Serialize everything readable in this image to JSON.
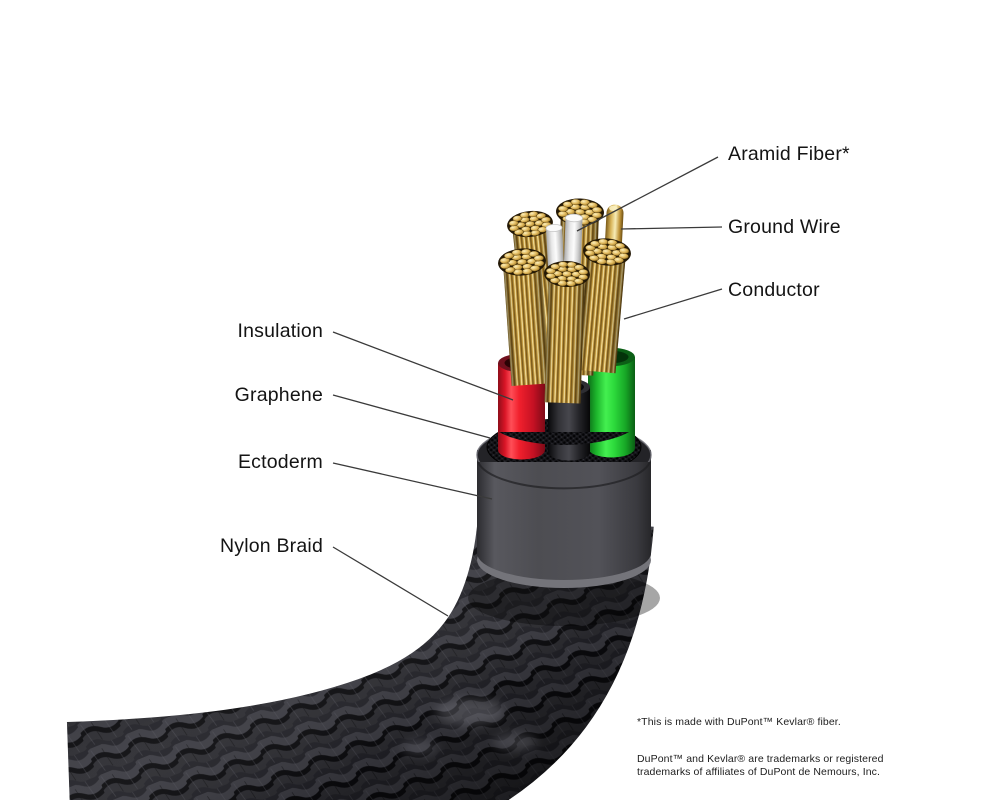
{
  "diagram": {
    "right_labels": [
      {
        "id": "aramid-fiber",
        "label": "Aramid Fiber*"
      },
      {
        "id": "ground-wire",
        "label": "Ground Wire"
      },
      {
        "id": "conductor",
        "label": "Conductor"
      }
    ],
    "left_labels": [
      {
        "id": "insulation",
        "label": "Insulation"
      },
      {
        "id": "graphene",
        "label": "Graphene"
      },
      {
        "id": "ectoderm",
        "label": "Ectoderm"
      },
      {
        "id": "nylon-braid",
        "label": "Nylon Braid"
      }
    ]
  },
  "footnotes": {
    "kevlar_note": "*This is made with DuPont™ Kevlar® fiber.",
    "trademark_note": "DuPont™ and Kevlar® are trademarks or registered trademarks of affiliates of DuPont de Nemours, Inc."
  },
  "colors": {
    "background": "#ffffff",
    "label_text": "#141414",
    "leader_line": "#3a3a3a",
    "conductor_gold": "#d8b255",
    "aramid_white": "#f5f5f5",
    "ground_wire_gold": "#d9b55a",
    "insulation_red": "#f01e2c",
    "insulation_black": "#1c1c1f",
    "insulation_green": "#2ddb3c",
    "graphene_mesh": "#17171b",
    "ectoderm_gray": "#4b4b50",
    "nylon_braid": "#222228"
  }
}
